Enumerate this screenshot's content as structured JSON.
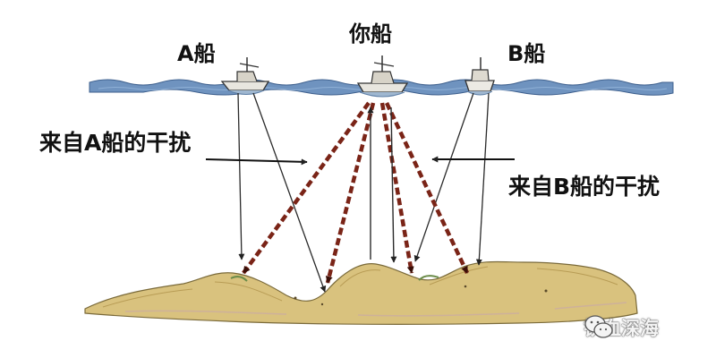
{
  "ships": {
    "a_label": "A船",
    "you_label": "你船",
    "b_label": "B船"
  },
  "interference": {
    "left_label": "来自A船的干扰",
    "right_label": "来自B船的干扰"
  },
  "watermark": {
    "text": "铁血深海",
    "icon": "wechat-icon"
  },
  "colors": {
    "sea": "#6f93bf",
    "seabed": "#d9c27e",
    "own_echo": "#7a2417",
    "interference_line": "#2a2a2a"
  }
}
